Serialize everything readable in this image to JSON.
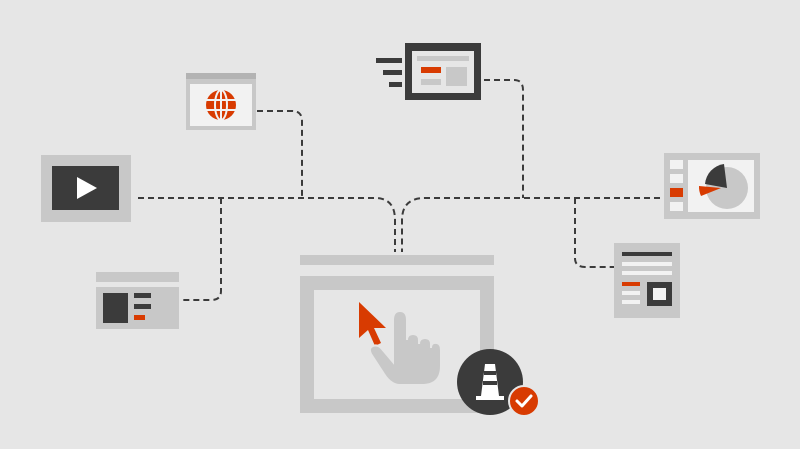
{
  "diagram": {
    "background": "#e6e6e6",
    "colors": {
      "frame_light": "#c8c8c8",
      "frame_dark": "#3b3b3b",
      "accent": "#d83b01",
      "line": "#3b3b3b",
      "white": "#ffffff"
    },
    "nodes": [
      {
        "id": "video-window",
        "icon": "play-icon"
      },
      {
        "id": "web-window",
        "icon": "globe-icon"
      },
      {
        "id": "presentation-window",
        "icon": "motion-lines-icon"
      },
      {
        "id": "chart-window",
        "icon": "pie-chart-icon"
      },
      {
        "id": "layout-window",
        "icon": "layout-icon"
      },
      {
        "id": "document-page",
        "icon": "document-icon"
      },
      {
        "id": "app-window",
        "icon": "hand-cursor-icon"
      },
      {
        "id": "badge",
        "icon": "traffic-cone-icon"
      },
      {
        "id": "check-badge",
        "icon": "checkmark-icon"
      }
    ]
  }
}
